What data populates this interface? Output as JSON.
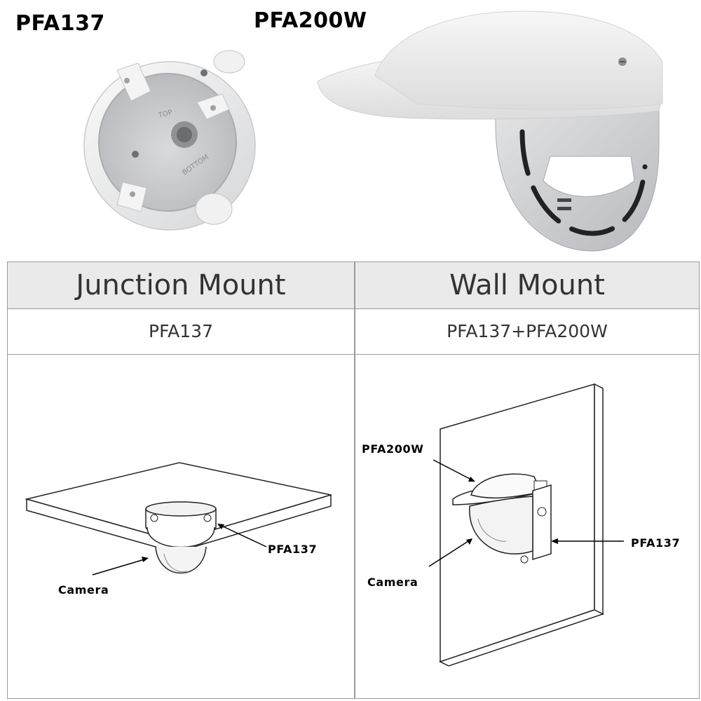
{
  "products": {
    "left_title": "PFA137",
    "right_title": "PFA200W"
  },
  "table": {
    "headers": [
      "Junction Mount",
      "Wall Mount"
    ],
    "models": [
      "PFA137",
      "PFA137+PFA200W"
    ]
  },
  "junction_diagram": {
    "part_label": "PFA137",
    "camera_label": "Camera"
  },
  "wall_diagram": {
    "hood_label": "PFA200W",
    "part_label": "PFA137",
    "camera_label": "Camera"
  }
}
